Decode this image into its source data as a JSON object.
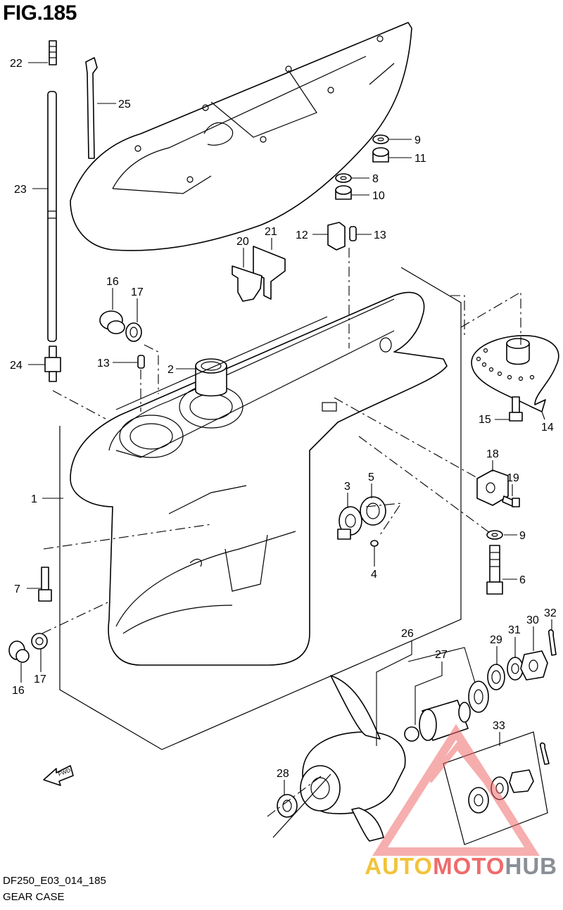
{
  "title": "FIG.185",
  "reference_code": "DF250_E03_014_185",
  "section_name": "GEAR CASE",
  "direction_label": "FWD",
  "watermark": {
    "part1": "AUTO",
    "part2": "MOTO",
    "part3": "HUB",
    "colors": {
      "auto": "#f2c33b",
      "moto": "#ef6b6b",
      "hub": "#8a8f96"
    }
  },
  "callouts": {
    "c22": "22",
    "c25": "25",
    "c23": "23",
    "c24": "24",
    "c9a": "9",
    "c11": "11",
    "c8": "8",
    "c10": "10",
    "c12": "12",
    "c13a": "13",
    "c21": "21",
    "c20": "20",
    "c16a": "16",
    "c17a": "17",
    "c13b": "13",
    "c2": "2",
    "c15": "15",
    "c14": "14",
    "c18": "18",
    "c19": "19",
    "c1": "1",
    "c3": "3",
    "c5": "5",
    "c9b": "9",
    "c4": "4",
    "c7": "7",
    "c6": "6",
    "c16b": "16",
    "c17b": "17",
    "c32": "32",
    "c30": "30",
    "c31": "31",
    "c29": "29",
    "c26": "26",
    "c27": "27",
    "c33": "33",
    "c28": "28"
  }
}
